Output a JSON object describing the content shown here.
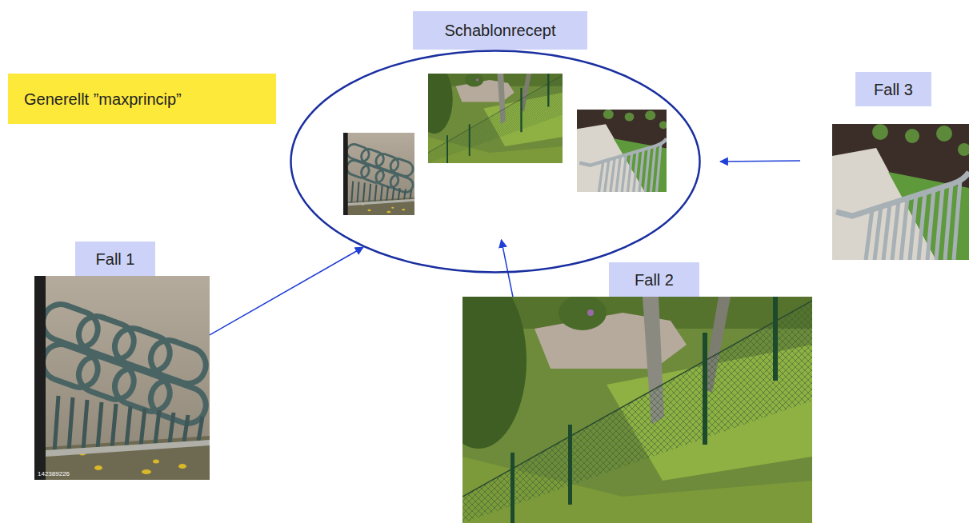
{
  "diagram": {
    "nodes": [
      {
        "text": [
          "Schablonrecept"
        ]
      },
      {
        "text": [
          "Generellt ”maxprincip”"
        ]
      },
      {
        "text": [
          "Fall 1"
        ]
      },
      {
        "text": [
          "Fall 2"
        ]
      },
      {
        "text": [
          "Fall 3"
        ]
      }
    ],
    "edges": [
      {
        "from": 2,
        "to": 0,
        "arrow": "to"
      },
      {
        "from": 3,
        "to": 0,
        "arrow": "to"
      },
      {
        "from": 4,
        "to": 0,
        "arrow": "to"
      }
    ],
    "labels": [
      "142389226"
    ]
  }
}
